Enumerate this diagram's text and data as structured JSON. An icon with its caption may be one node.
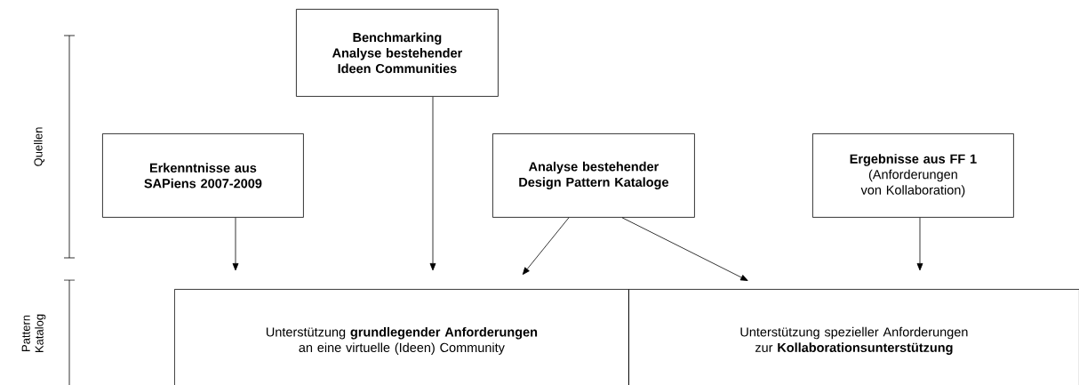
{
  "diagram": {
    "nodes": [
      {
        "text": [
          "Benchmarking Analyse bestehender Ideen Communities"
        ]
      },
      {
        "text": [
          "Erkenntnisse aus SAPiens 2007-2009"
        ]
      },
      {
        "text": [
          "Analyse bestehender Design Pattern Kataloge"
        ]
      },
      {
        "text": [
          "Ergebnisse aus FF 1",
          "(Anforderungen von Kollaboration)"
        ]
      },
      {
        "text": [
          "Unterstützung **grundlegender Anforderungen** an eine virtuelle (Ideen) Community"
        ]
      },
      {
        "text": [
          "Unterstützung spezieller Anforderungen zur **Kollaborationsunterstützung**"
        ]
      }
    ],
    "edges": [
      {
        "from": 1,
        "to": 4,
        "arrow": "to"
      },
      {
        "from": 0,
        "to": 4,
        "arrow": "to"
      },
      {
        "from": 2,
        "to": 4,
        "arrow": "to"
      },
      {
        "from": 2,
        "to": 5,
        "arrow": "to"
      },
      {
        "from": 3,
        "to": 5,
        "arrow": "to"
      }
    ],
    "labels": [
      "Quellen",
      "Pattern Katalog"
    ]
  }
}
